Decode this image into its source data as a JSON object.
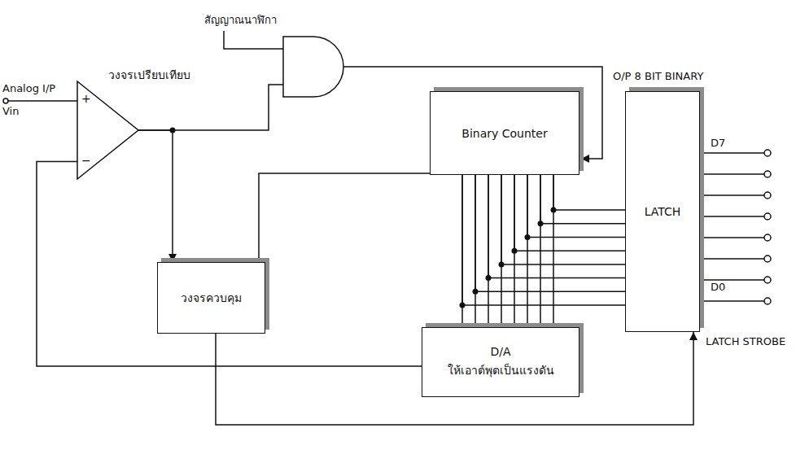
{
  "diagram": {
    "nodes": [
      {
        "text": [
          "วงจรเปรียบเทียบ"
        ]
      },
      {
        "text": [
          "Binary Counter"
        ]
      },
      {
        "text": [
          "LATCH"
        ]
      },
      {
        "text": [
          "วงจรควบคุม"
        ]
      },
      {
        "text": [
          "D/A",
          "ให้เอาต์พุตเป็นแรงดัน"
        ]
      }
    ],
    "edges": [
      {
        "from": 0,
        "to": 3,
        "arrow": "to"
      },
      {
        "from": 3,
        "to": 1,
        "arrow": "none"
      },
      {
        "from": 3,
        "to": 2,
        "arrow": "to"
      },
      {
        "from": 1,
        "to": 4,
        "arrow": "none"
      },
      {
        "from": 1,
        "to": 2,
        "arrow": "none"
      },
      {
        "from": 4,
        "to": 0,
        "arrow": "none"
      }
    ],
    "labels": [
      "สัญญาณนาฬิกา",
      "Analog I/P",
      "Vin",
      "+",
      "−",
      "O/P 8 BIT BINARY",
      "D7",
      "D0",
      "LATCH STROBE"
    ]
  }
}
